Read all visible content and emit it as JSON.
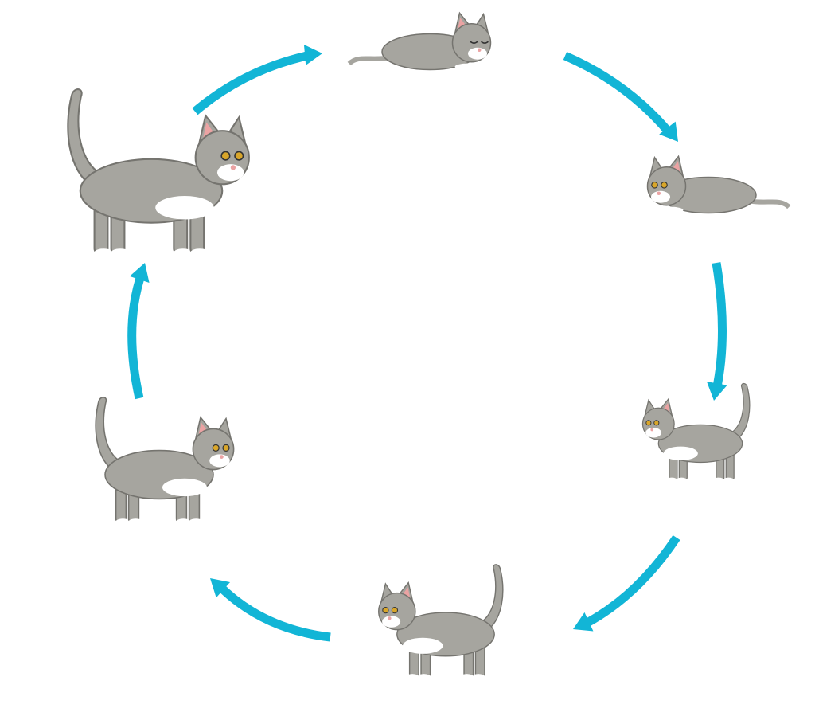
{
  "diagram": {
    "type": "cycle",
    "direction": "clockwise",
    "stages": [
      {
        "id": "newborn-sleeping",
        "icon": "newborn-kitten-sleeping-icon",
        "pose": "lying",
        "eyes": "closed"
      },
      {
        "id": "young-kitten-lying",
        "icon": "kitten-lying-icon",
        "pose": "lying",
        "eyes": "open"
      },
      {
        "id": "kitten-standing",
        "icon": "kitten-standing-icon",
        "pose": "standing",
        "eyes": "open"
      },
      {
        "id": "older-kitten-standing",
        "icon": "older-kitten-standing-icon",
        "pose": "standing",
        "eyes": "open"
      },
      {
        "id": "young-adult-cat",
        "icon": "young-cat-standing-icon",
        "pose": "standing",
        "eyes": "open"
      },
      {
        "id": "adult-cat",
        "icon": "adult-cat-standing-icon",
        "pose": "standing",
        "eyes": "open"
      }
    ],
    "colors": {
      "arrow": "#12b5d6",
      "fur": "#a6a59f",
      "fur_dark": "#75746f",
      "white": "#ffffff",
      "ear_inner": "#eba3a3",
      "eye": "#d9a62a",
      "background": "#ffffff"
    }
  }
}
